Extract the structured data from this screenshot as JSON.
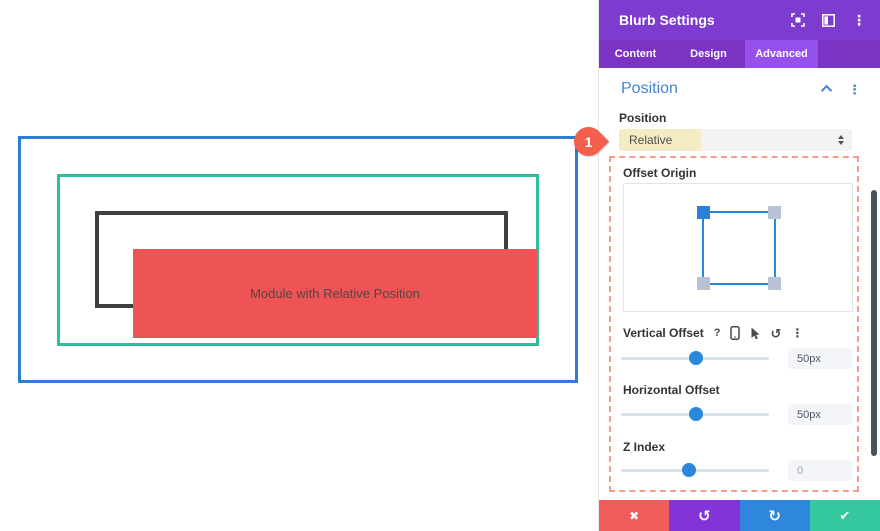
{
  "canvas": {
    "module_text": "Module with Relative Position",
    "badge_number": "1",
    "colors": {
      "section_border": "#2d7dd2",
      "row_border": "#2fbd9f",
      "column_border": "#3f3f3f",
      "module_fill": "#ee5455",
      "badge_fill": "#f2604d"
    }
  },
  "panel": {
    "title": "Blurb Settings",
    "header_icons": [
      "expand-icon",
      "split-view-icon",
      "kebab-menu-icon"
    ],
    "tabs": [
      {
        "label": "Content",
        "active": false
      },
      {
        "label": "Design",
        "active": false
      },
      {
        "label": "Advanced",
        "active": true
      }
    ],
    "section_title": "Position",
    "position_label": "Position",
    "position_value": "Relative",
    "offset_origin_label": "Offset Origin",
    "vertical_offset_label": "Vertical Offset",
    "vertical_offset_value": "50px",
    "horizontal_offset_label": "Horizontal Offset",
    "horizontal_offset_value": "50px",
    "z_index_label": "Z Index",
    "z_index_value": "0",
    "field_icons": {
      "help": "?",
      "undo": "↺",
      "kebab": "⋮"
    },
    "colors": {
      "header_purple": "#7e3bd0",
      "tabbar_purple": "#7a33c3",
      "active_tab_purple": "#9650eb",
      "section_blue": "#4285d2",
      "accent_blue": "#2b87da",
      "highlight_yellow": "#f5ecc3",
      "dashed_salmon": "#f79d90"
    }
  },
  "footer": {
    "buttons": [
      {
        "name": "discard",
        "glyph": "✖",
        "color": "#f05c5c"
      },
      {
        "name": "undo",
        "glyph": "↺",
        "color": "#8334d8"
      },
      {
        "name": "redo",
        "glyph": "↻",
        "color": "#2f87dd"
      },
      {
        "name": "save",
        "glyph": "✔",
        "color": "#35c79d"
      }
    ]
  }
}
